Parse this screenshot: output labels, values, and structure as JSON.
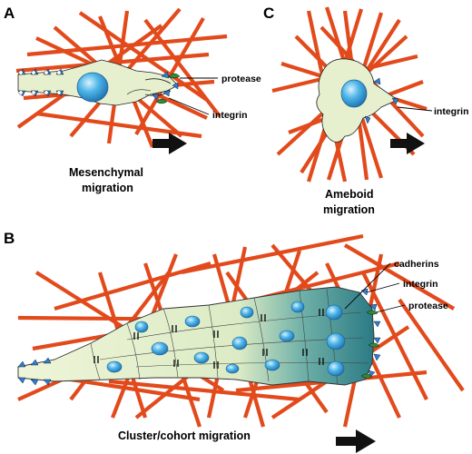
{
  "panels": {
    "a": {
      "letter": "A",
      "caption_line1": "Mesenchymal",
      "caption_line2": "migration",
      "label_protease": "protease",
      "label_integrin": "integrin"
    },
    "b": {
      "letter": "B",
      "caption": "Cluster/cohort migration",
      "label_cadherins": "cadherins",
      "label_integrin": "integrin",
      "label_protease": "protease"
    },
    "c": {
      "letter": "C",
      "caption_line1": "Ameboid",
      "caption_line2": "migration",
      "label_integrin": "integrin"
    }
  },
  "colors": {
    "fiber": "#e24a1c",
    "cell_fill": "#e6f0cf",
    "cell_fill_dark": "#2f7f86",
    "nucleus": "#2fa3dc",
    "integrin_blue": "#2b7fd4",
    "protease_green": "#2e8b3a",
    "arrow": "#111111"
  }
}
